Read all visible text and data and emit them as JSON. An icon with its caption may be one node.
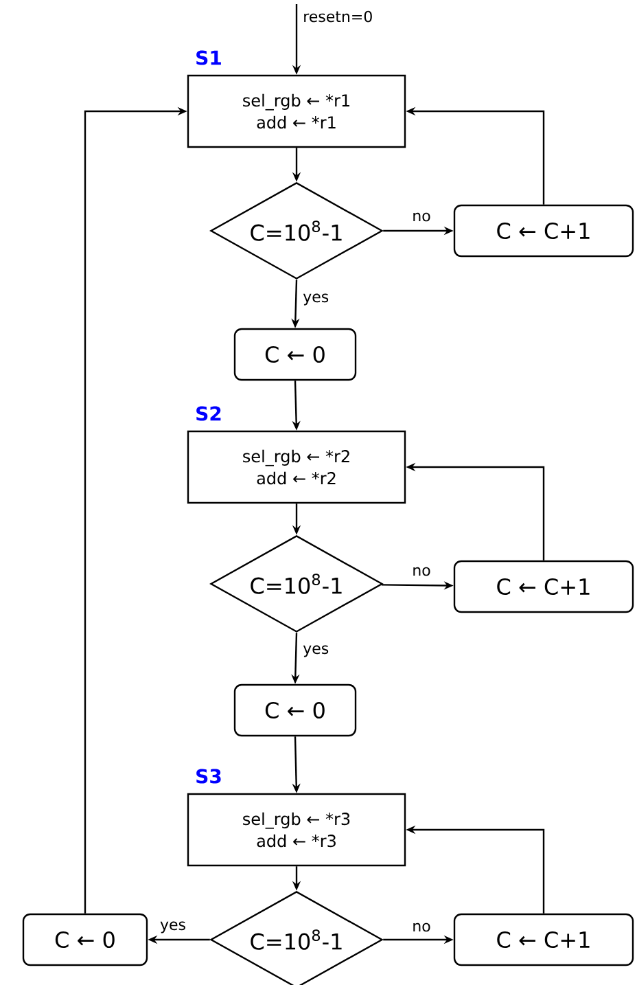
{
  "diagram": {
    "nodes": [
      {
        "text": [
          "S1",
          "sel_rgb ← *r1",
          "add ← *r1"
        ]
      },
      {
        "text": [
          "C=10$^{8}$-1"
        ]
      },
      {
        "text": [
          "C ← C+1"
        ]
      },
      {
        "text": [
          "C ← 0"
        ]
      },
      {
        "text": [
          "S2",
          "sel_rgb ← *r2",
          "add ← *r2"
        ]
      },
      {
        "text": [
          "C=10$^{8}$-1"
        ]
      },
      {
        "text": [
          "C ← C+1"
        ]
      },
      {
        "text": [
          "C ← 0"
        ]
      },
      {
        "text": [
          "S3",
          "sel_rgb ← *r3",
          "add ← *r3"
        ]
      },
      {
        "text": [
          "C=10$^{8}$-1"
        ]
      },
      {
        "text": [
          "C ← C+1"
        ]
      },
      {
        "text": [
          "C ← 0"
        ]
      }
    ],
    "edges": [
      {
        "from": null,
        "to": 0,
        "arrow": "to",
        "label": "resetn=0"
      },
      {
        "from": 0,
        "to": 1,
        "arrow": "to"
      },
      {
        "from": 1,
        "to": 2,
        "arrow": "to",
        "label": "no"
      },
      {
        "from": 2,
        "to": 0,
        "arrow": "to"
      },
      {
        "from": 1,
        "to": 3,
        "arrow": "to",
        "label": "yes"
      },
      {
        "from": 3,
        "to": 4,
        "arrow": "to"
      },
      {
        "from": 4,
        "to": 5,
        "arrow": "to"
      },
      {
        "from": 5,
        "to": 6,
        "arrow": "to",
        "label": "no"
      },
      {
        "from": 6,
        "to": 4,
        "arrow": "to"
      },
      {
        "from": 5,
        "to": 7,
        "arrow": "to",
        "label": "yes"
      },
      {
        "from": 7,
        "to": 8,
        "arrow": "to"
      },
      {
        "from": 8,
        "to": 9,
        "arrow": "to"
      },
      {
        "from": 9,
        "to": 10,
        "arrow": "to",
        "label": "no"
      },
      {
        "from": 10,
        "to": 8,
        "arrow": "to"
      },
      {
        "from": 9,
        "to": 11,
        "arrow": "to",
        "label": "yes"
      },
      {
        "from": 11,
        "to": 0,
        "arrow": "to"
      }
    ]
  }
}
